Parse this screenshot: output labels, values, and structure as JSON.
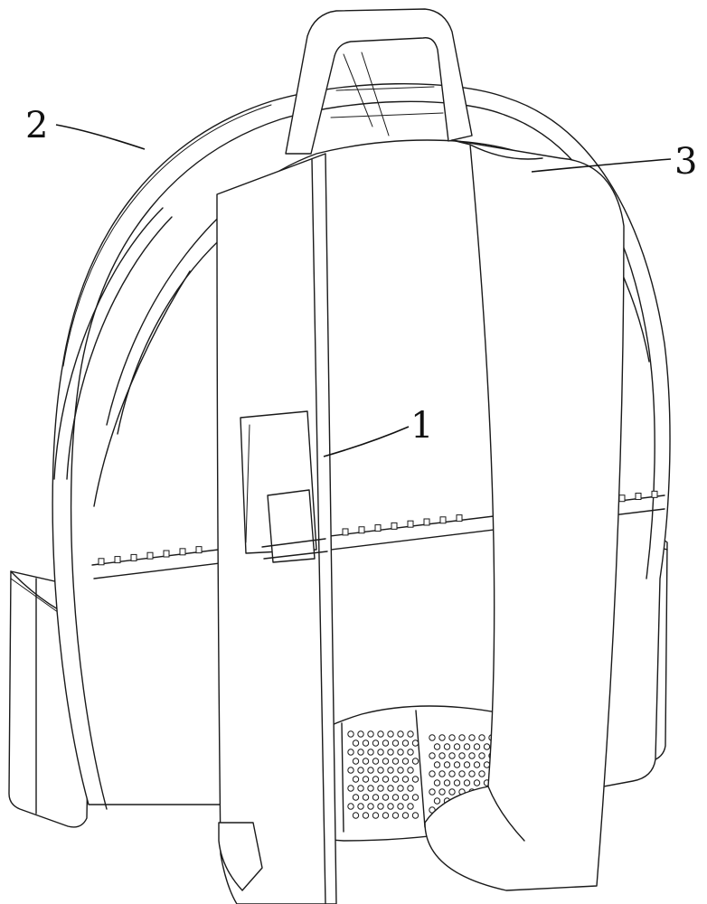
{
  "figure": {
    "reference_labels": [
      {
        "id": "1",
        "text": "1"
      },
      {
        "id": "2",
        "text": "2"
      },
      {
        "id": "3",
        "text": "3"
      }
    ],
    "colors": {
      "line": "#1a1a1a",
      "background": "#ffffff"
    }
  }
}
